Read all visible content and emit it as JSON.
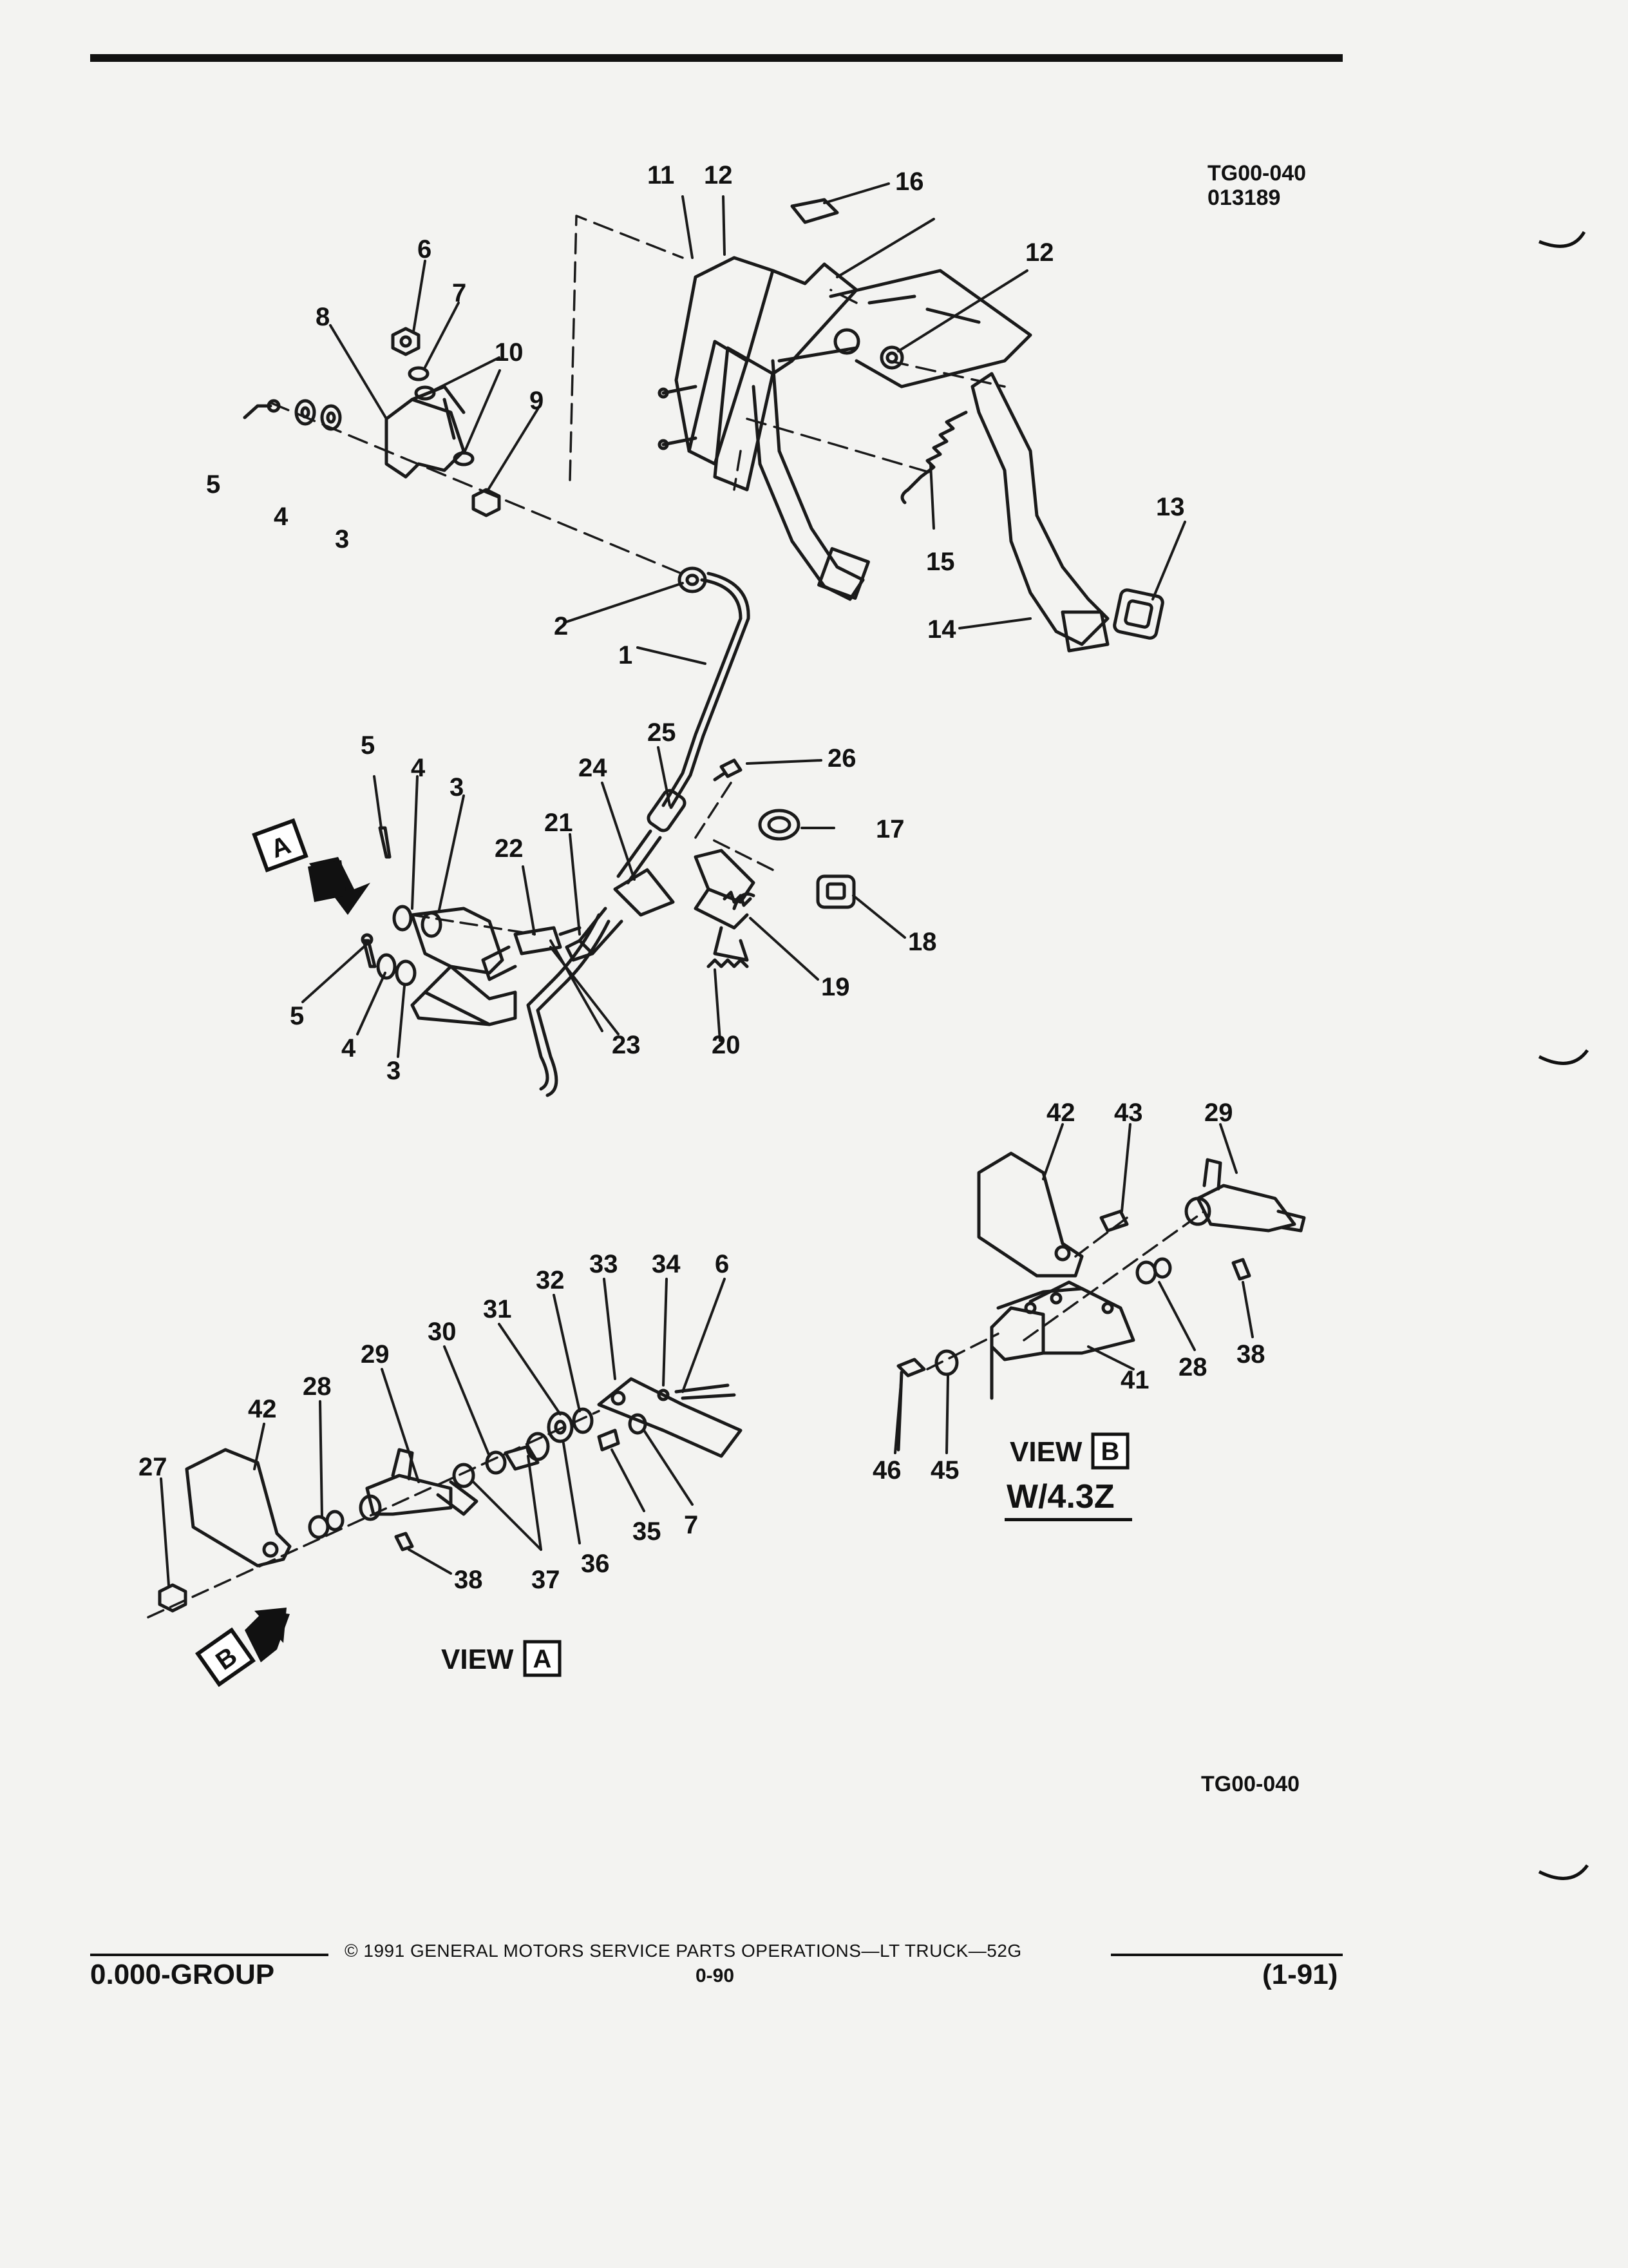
{
  "header": {
    "figure_code": "TG00-040",
    "figure_date": "013189"
  },
  "diagram": {
    "callouts": {
      "c1": "1",
      "c2": "2",
      "c3a": "3",
      "c3b": "3",
      "c3c": "3",
      "c4a": "4",
      "c4b": "4",
      "c4c": "4",
      "c5a": "5",
      "c5b": "5",
      "c5c": "5",
      "c6a": "6",
      "c6b": "6",
      "c7a": "7",
      "c7b": "7",
      "c8": "8",
      "c9": "9",
      "c10": "10",
      "c11": "11",
      "c12a": "12",
      "c12b": "12",
      "c13": "13",
      "c14": "14",
      "c15": "15",
      "c16": "16",
      "c17": "17",
      "c18": "18",
      "c19": "19",
      "c20": "20",
      "c21": "21",
      "c22": "22",
      "c23": "23",
      "c24": "24",
      "c25": "25",
      "c26": "26",
      "c27": "27",
      "c28a": "28",
      "c28b": "28",
      "c29a": "29",
      "c29b": "29",
      "c30": "30",
      "c31": "31",
      "c32": "32",
      "c33": "33",
      "c34": "34",
      "c35": "35",
      "c36": "36",
      "c37": "37",
      "c38a": "38",
      "c38b": "38",
      "c41": "41",
      "c42a": "42",
      "c42b": "42",
      "c43": "43",
      "c45": "45",
      "c46": "46"
    },
    "view_a_marker": "A",
    "view_b_marker": "B",
    "view_a_label": "VIEW",
    "view_a_letter": "A",
    "view_b_label": "VIEW",
    "view_b_letter": "B",
    "view_b_note": "W/4.3Z"
  },
  "figure_code_bottom": "TG00-040",
  "footer": {
    "copyright": "© 1991 GENERAL MOTORS SERVICE PARTS OPERATIONS—LT TRUCK—52G",
    "group": "0.000-GROUP",
    "page_number": "0-90",
    "revision": "(1-91)"
  }
}
